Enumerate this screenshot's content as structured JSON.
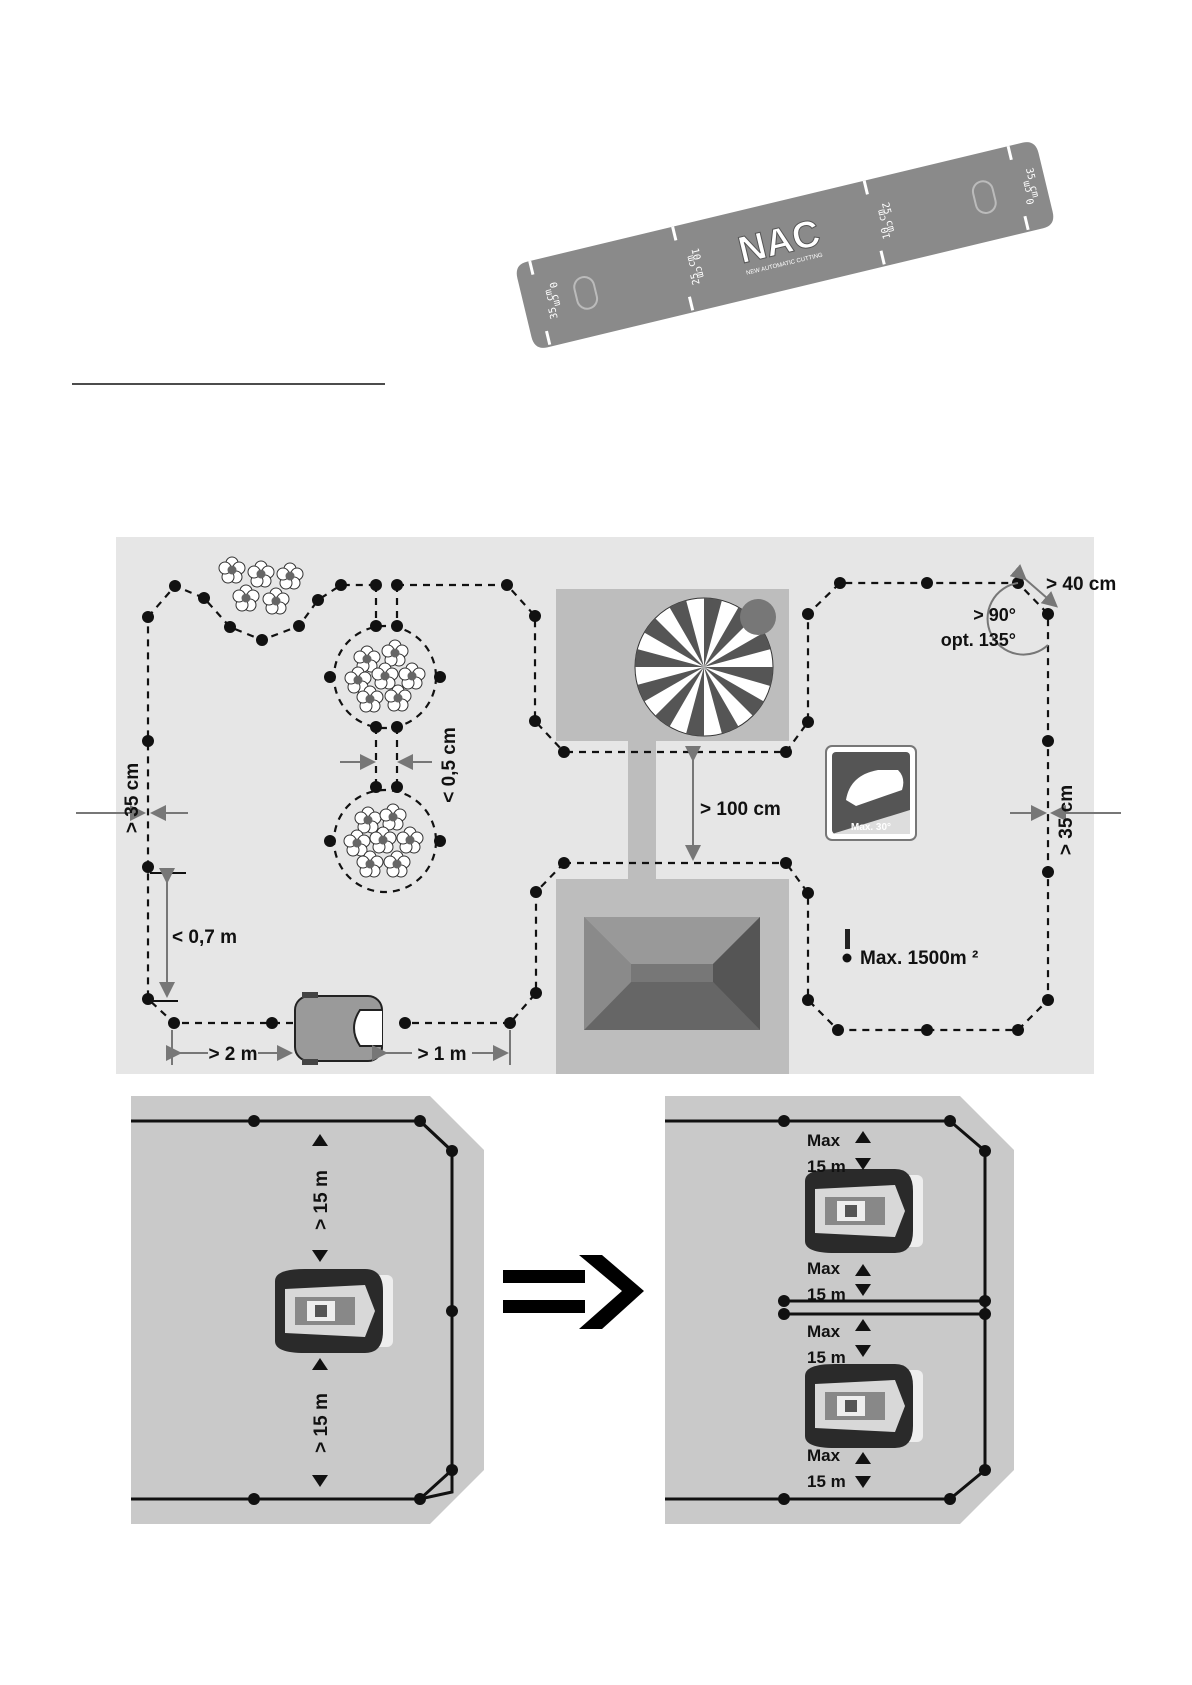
{
  "ruler": {
    "logo": "NAC",
    "tagline": "NEW AUTOMATIC CUTTING",
    "marks": [
      {
        "label": "0 cm",
        "sub": "35 cm"
      },
      {
        "label": "10 cm",
        "sub": "25 cm"
      },
      {
        "label": "25 cm",
        "sub": "10 cm"
      },
      {
        "label": "35 cm",
        "sub": "0 cm"
      }
    ]
  },
  "layout_diagram": {
    "labels": {
      "left_gap": "> 35 cm",
      "right_gap": "> 35 cm",
      "flower_gap": "< 0,5 cm",
      "corner_gap": "< 0,7 m",
      "station_left": "> 2 m",
      "station_right": "> 1 m",
      "path_gap": "> 100 cm",
      "corner_dist": "> 40 cm",
      "angle": "> 90°",
      "angle_opt": "opt. 135°",
      "max_area": "Max. 1500m ²",
      "slope": "Max. 30°"
    }
  },
  "zone_diagrams": {
    "before_labels": [
      "> 15 m",
      "> 15 m"
    ],
    "after_labels": [
      "Max",
      "15 m",
      "Max",
      "15 m",
      "Max",
      "15 m",
      "Max",
      "15 m"
    ]
  }
}
